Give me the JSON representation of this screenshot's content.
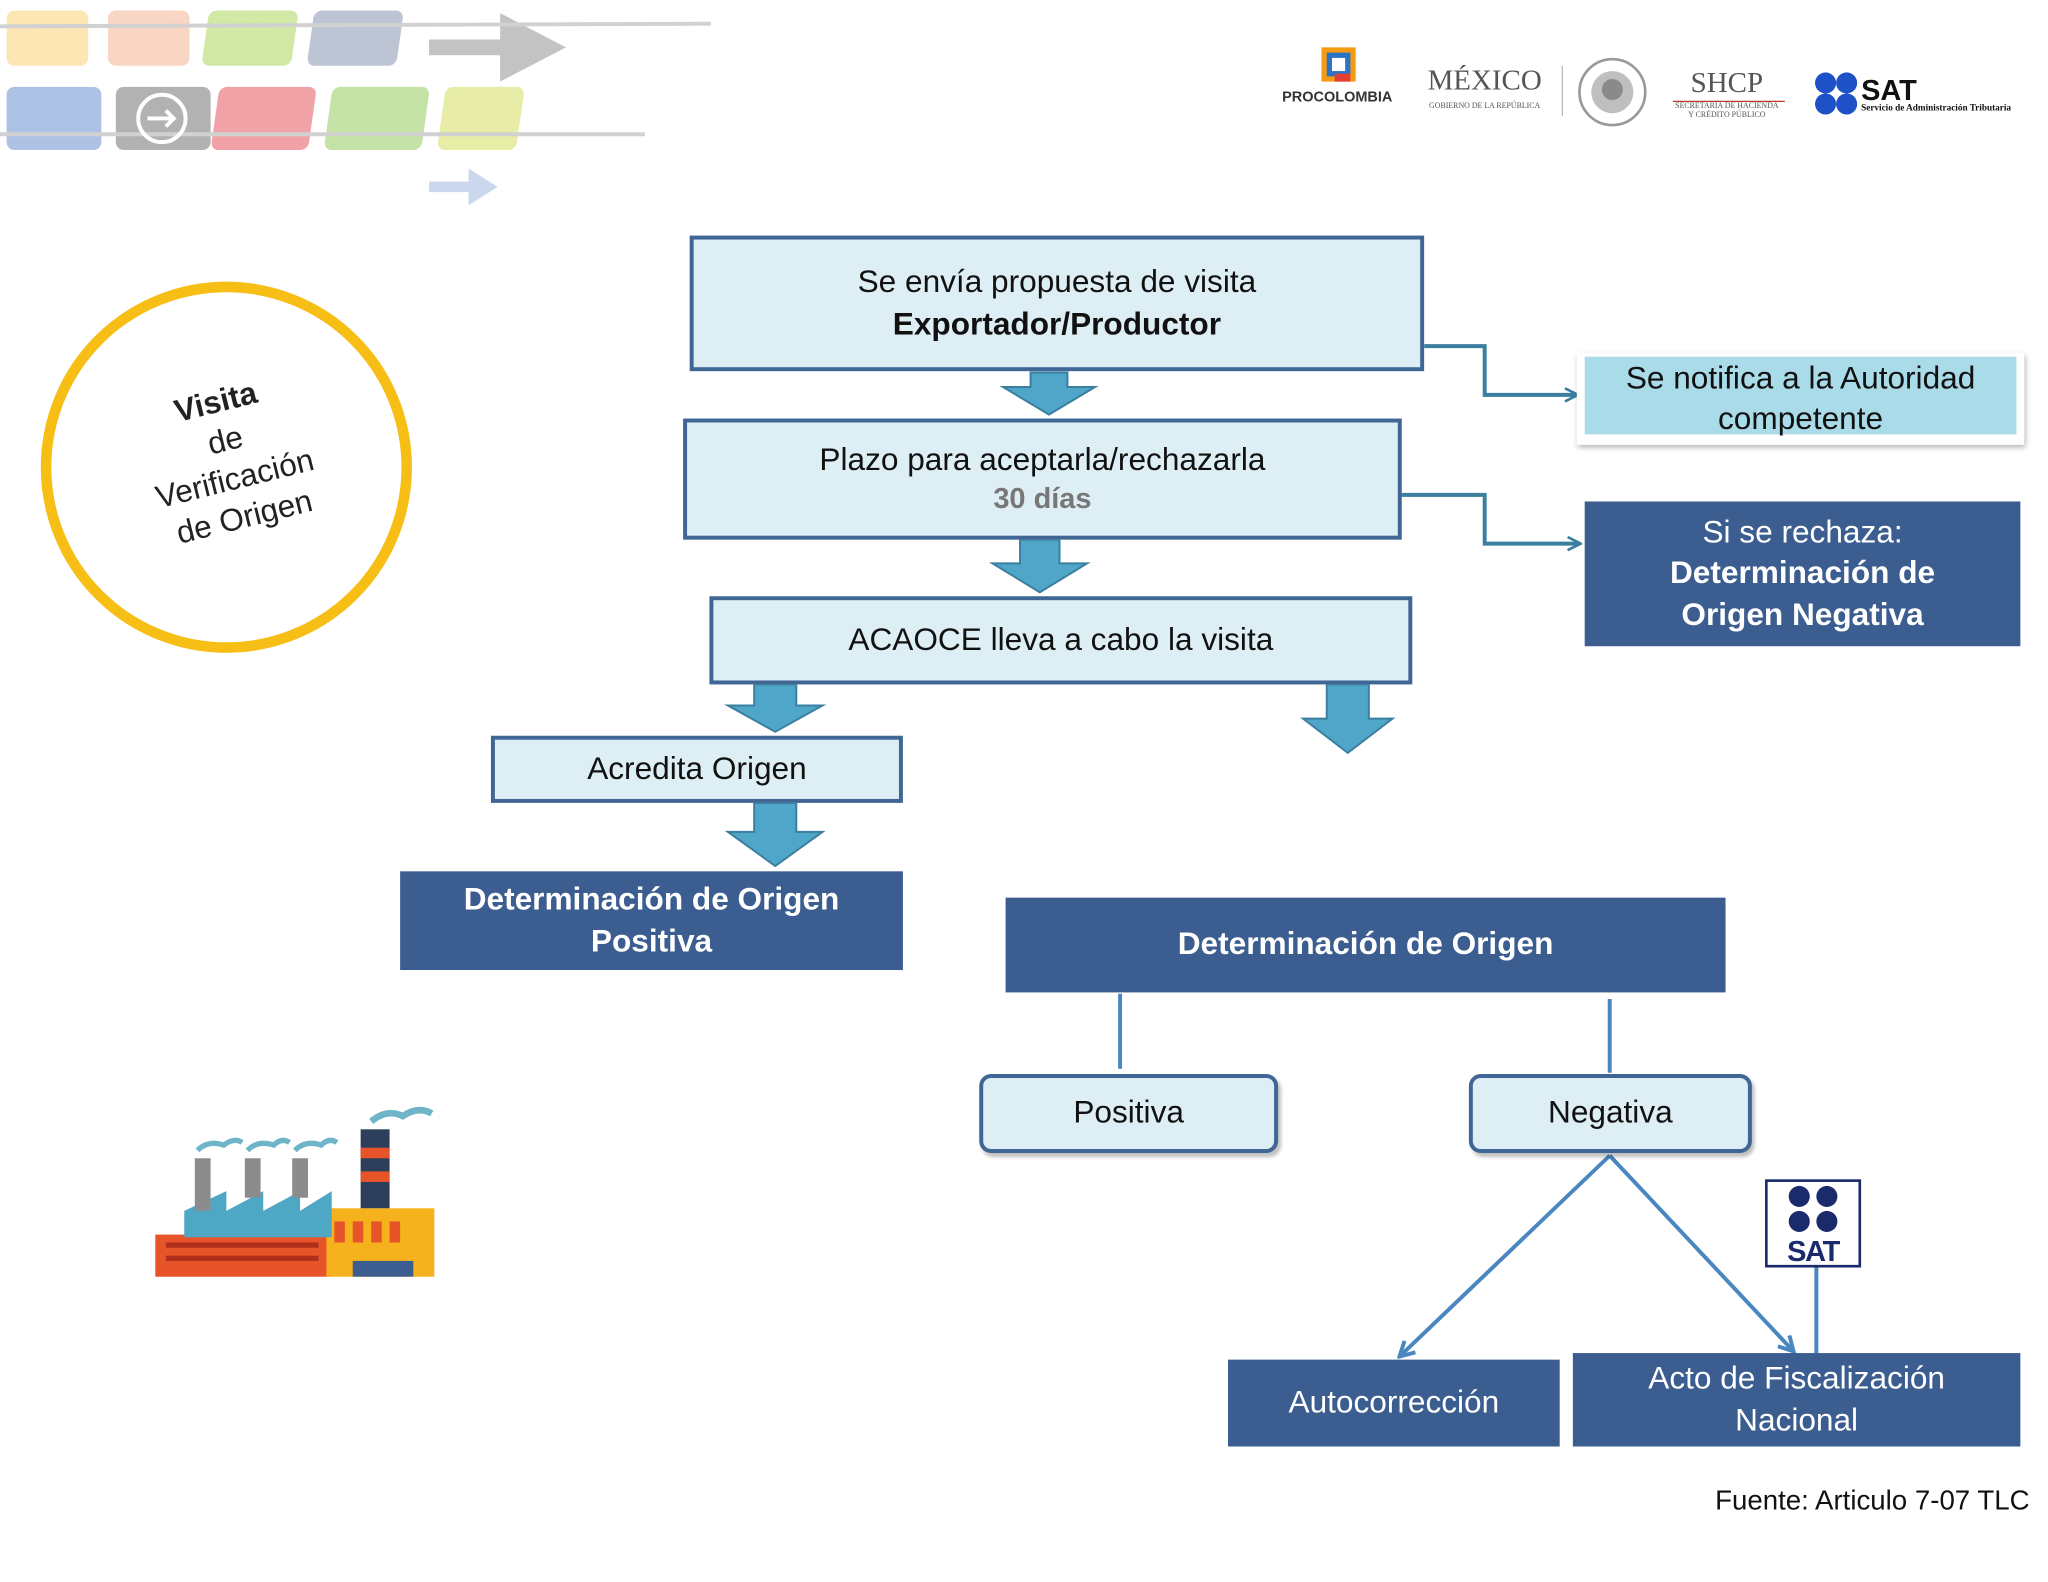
{
  "logos": {
    "procolombia": "PROCOLOMBIA",
    "mexico": "MÉXICO",
    "mexico_sub": "GOBIERNO DE LA REPÚBLICA",
    "shcp": "SHCP",
    "shcp_sub1": "SECRETARÍA DE HACIENDA",
    "shcp_sub2": "Y CRÉDITO PÚBLICO",
    "sat": "SAT",
    "sat_sub": "Servicio de Administración Tributaria"
  },
  "circle": {
    "line1": "Visita",
    "line2": "de",
    "line3": "Verificación",
    "line4": "de Origen"
  },
  "flow": {
    "propuesta_line1": "Se envía propuesta de visita",
    "propuesta_line2": "Exportador/Productor",
    "notifica_line1": "Se notifica a la Autoridad",
    "notifica_line2": "competente",
    "plazo_line1": "Plazo para aceptarla/rechazarla",
    "plazo_line2": "30 días",
    "rechaza_line1": "Si se rechaza:",
    "rechaza_line2": "Determinación de",
    "rechaza_line3": "Origen Negativa",
    "visita": "ACAOCE lleva a cabo la visita",
    "acredita": "Acredita Origen",
    "positiva_det_line1": "Determinación de Origen",
    "positiva_det_line2": "Positiva",
    "determinacion": "Determinación de Origen",
    "positiva": "Positiva",
    "negativa": "Negativa",
    "autocorreccion": "Autocorrección",
    "acto_line1": "Acto de Fiscalización",
    "acto_line2": "Nacional",
    "sat_badge": "SAT"
  },
  "footer": {
    "source": "Fuente: Articulo 7-07 TLC"
  },
  "colors": {
    "dark_box": "#3b5d8f",
    "light_box": "#ddeef5",
    "arrow": "#4fa6c8",
    "connector": "#3a7f9f",
    "circle_ring": "#f7be16"
  }
}
